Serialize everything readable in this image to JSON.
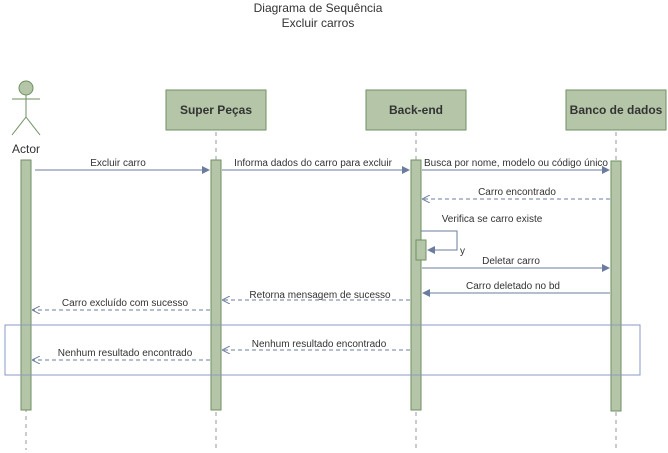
{
  "title": {
    "line1": "Diagrama de Sequência",
    "line2": "Excluir carros"
  },
  "participants": {
    "actor": "Actor",
    "super_pecas": "Super Peças",
    "back_end": "Back-end",
    "banco_de_dados": "Banco de dados"
  },
  "messages": {
    "m1": "Excluir carro",
    "m2": "Informa dados do carro para excluir",
    "m3": "Busca por nome, modelo ou código único",
    "m4": "Carro encontrado",
    "m5": "Verifica se carro existe",
    "m5_suffix": "y",
    "m6": "Deletar carro",
    "m7": "Carro deletado no bd",
    "m8": "Retorna mensagem de sucesso",
    "m9": "Carro excluído com sucesso",
    "m10": "Nenhum resultado encontrado",
    "m11": "Nenhum resultado encontrado"
  },
  "colors": {
    "participant_fill": "#b5c6a8",
    "participant_stroke": "#6e8f62",
    "arrow": "#6b7c9e",
    "lifeline": "#999999",
    "fragment_stroke": "#8a9ac4",
    "text": "#333333"
  }
}
